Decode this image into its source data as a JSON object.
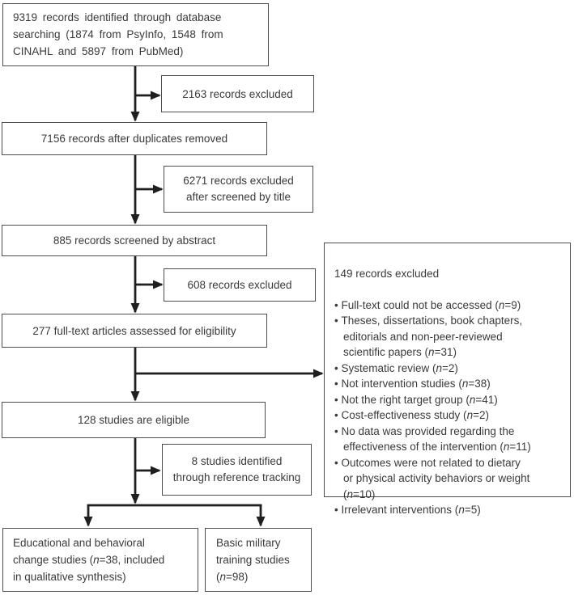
{
  "figure": {
    "boxes": {
      "identified": "9319 records identified through database\nsearching (1874 from PsyInfo, 1548 from\nCINAHL and 5897 from PubMed)",
      "excluded_initial": "2163 records excluded",
      "after_duplicates": "7156 records after duplicates removed",
      "excluded_by_title": "6271 records excluded\nafter screened by title",
      "screened_by_abstract": "885 records screened by abstract",
      "excluded_by_abstract": "608 records excluded",
      "fulltext_assessed": "277 full-text articles assessed for eligibility",
      "eligible": "128 studies are eligible",
      "reference_tracking": "8 studies identified\nthrough reference tracking",
      "educational_behavioral": "Educational and behavioral\nchange studies (n=38, included\nin qualitative synthesis)",
      "basic_military": "Basic military\ntraining studies\n(n=98)"
    },
    "excluded_panel": {
      "title": "149 records excluded",
      "items": [
        "Full-text could not be accessed (n=9)",
        "Theses, dissertations, book chapters,\neditorials and non-peer-reviewed\nscientific papers (n=31)",
        "Systematic review (n=2)",
        "Not intervention studies (n=38)",
        "Not the right target group (n=41)",
        "Cost-effectiveness study (n=2)",
        "No data was provided regarding the\neffectiveness of the intervention (n=11)",
        "Outcomes were not related to dietary\nor physical activity behaviors or weight\n(n=10)",
        "Irrelevant interventions (n=5)"
      ]
    },
    "colors": {
      "border": "#4d4d4d",
      "text": "#3a3a3a",
      "arrow": "#1f1f1f",
      "background": "#ffffff"
    }
  }
}
